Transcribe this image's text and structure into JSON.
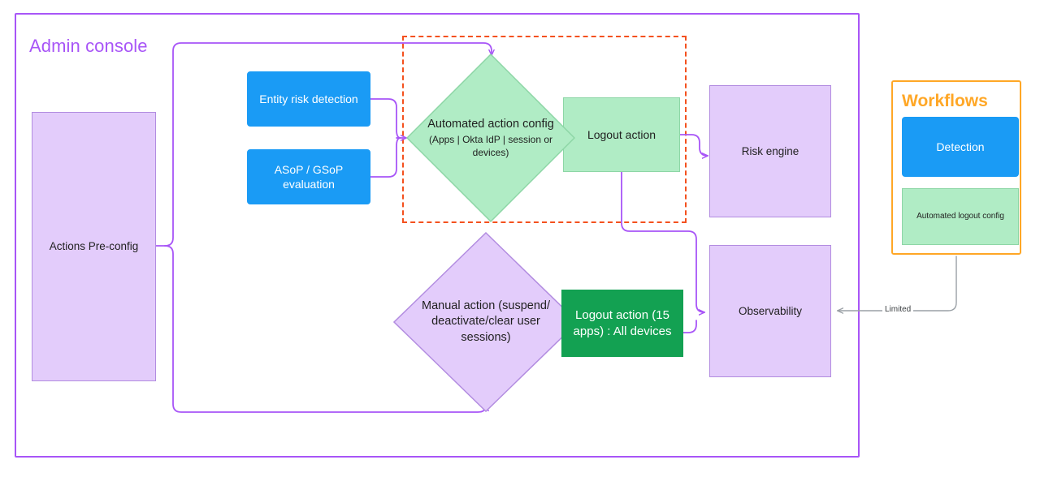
{
  "groups": {
    "admin": {
      "title": "Admin console",
      "border_color": "#a855f7"
    },
    "workflows": {
      "title": "Workflows",
      "border_color": "#ffa726"
    },
    "automated_scope": {
      "border_color": "#f4511e",
      "style": "dashed"
    }
  },
  "nodes": {
    "actions_preconfig": {
      "label": "Actions Pre-config",
      "shape": "rect",
      "fill": "#e3ccfb"
    },
    "entity_risk_detection": {
      "label": "Entity risk detection",
      "shape": "rect",
      "fill": "#1a9bf5"
    },
    "asop_gsop_evaluation": {
      "label": "ASoP / GSoP evaluation",
      "shape": "rect",
      "fill": "#1a9bf5"
    },
    "automated_action_config": {
      "title": "Automated action config",
      "detail": "(Apps | Okta IdP | session or devices)",
      "shape": "diamond",
      "fill": "#b0ecc5"
    },
    "logout_action": {
      "label": "Logout action",
      "shape": "rect",
      "fill": "#b0ecc5"
    },
    "manual_action": {
      "label": "Manual action (suspend/ deactivate/clear user sessions)",
      "shape": "diamond",
      "fill": "#e3ccfb"
    },
    "logout_action_apps": {
      "label": "Logout action (15 apps) : All devices",
      "shape": "rect",
      "fill": "#13a152"
    },
    "risk_engine": {
      "label": "Risk engine",
      "shape": "rect",
      "fill": "#e3ccfb"
    },
    "observability": {
      "label": "Observability",
      "shape": "rect",
      "fill": "#e3ccfb"
    },
    "wf_detection": {
      "label": "Detection",
      "shape": "rect",
      "fill": "#1a9bf5"
    },
    "wf_automated_logout_config": {
      "label": "Automated logout config",
      "shape": "rect",
      "fill": "#b0ecc5"
    }
  },
  "edges": {
    "workflows_to_observability": {
      "label": "Limited",
      "color": "#9aa0a6"
    }
  },
  "colors": {
    "connector_purple": "#a855f7",
    "connector_gray": "#9aa0a6",
    "dashed_orange": "#f4511e",
    "lavender_fill": "#e3ccfb",
    "mint_fill": "#b0ecc5",
    "blue_fill": "#1a9bf5",
    "green_fill": "#13a152",
    "text_dark": "#1f1f1f"
  }
}
